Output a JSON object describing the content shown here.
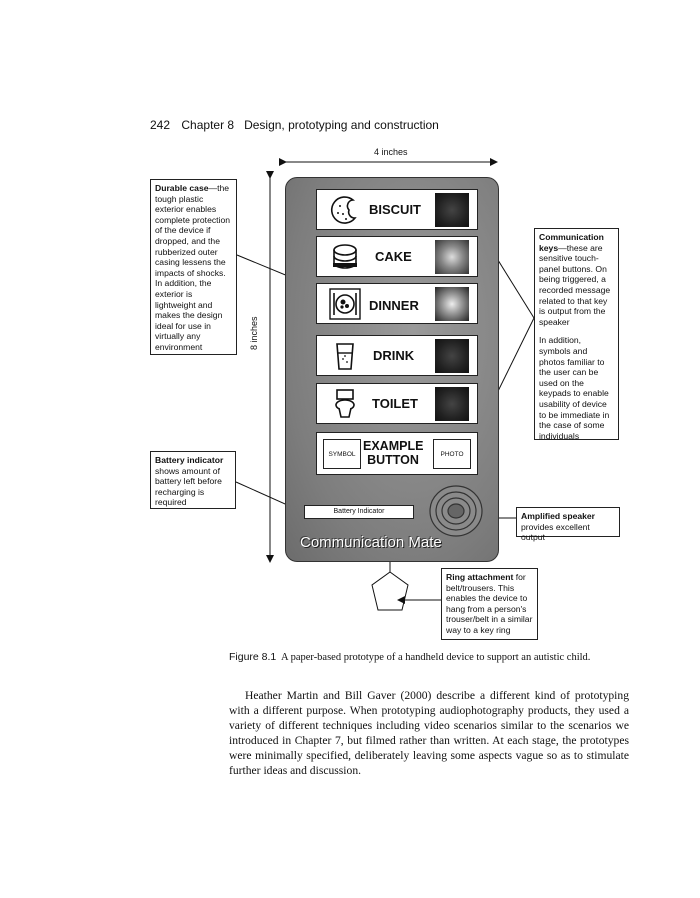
{
  "header": {
    "page_number": "242",
    "chapter": "Chapter 8   Design, prototyping and construction"
  },
  "figure": {
    "width_label": "4 inches",
    "height_label": "8 inches",
    "callouts": {
      "durable_case": {
        "bold": "Durable case",
        "text": "—the tough plastic exterior enables complete protection of the device if dropped, and the rubberized outer casing lessens the impacts of shocks. In addition, the exterior is lightweight and makes the design ideal for use in virtually any environment"
      },
      "communication_keys": {
        "bold": "Communication keys",
        "text": "—these are sensitive touch-panel buttons. On being triggered, a recorded message related to that key is output from the speaker",
        "text2": "In addition, symbols and photos familiar to the user can be used on the keypads to enable usability of device to be immediate in the case of some individuals"
      },
      "battery_indicator": {
        "bold": "Battery indicator",
        "text": "shows amount of battery left before recharging is required"
      },
      "amplified_speaker": {
        "bold": "Amplified speaker",
        "text": "provides excellent output"
      },
      "ring_attachment": {
        "bold": "Ring attachment",
        "text": " for belt/trousers. This enables the device to hang from a person's trouser/belt in a similar way to a key ring"
      }
    },
    "keys": [
      {
        "label": "BISCUIT",
        "symbol": "biscuit-icon"
      },
      {
        "label": "CAKE",
        "symbol": "cake-icon"
      },
      {
        "label": "DINNER",
        "symbol": "dinner-plate-icon"
      },
      {
        "label": "DRINK",
        "symbol": "glass-icon"
      },
      {
        "label": "TOILET",
        "symbol": "toilet-icon"
      }
    ],
    "example_button": {
      "symbol": "SYMBOL",
      "label": "EXAMPLE BUTTON",
      "photo": "PHOTO"
    },
    "battery_label": "Battery Indicator",
    "brand": "Communication Mate"
  },
  "caption": {
    "fig": "Figure 8.1",
    "text": "A paper-based prototype of a handheld device to support an autistic child."
  },
  "paragraph": "Heather Martin and Bill Gaver (2000) describe a different kind of prototyping with a different purpose. When prototyping audiophotography products, they used a variety of different techniques including video scenarios similar to the scenarios we introduced in Chapter 7, but filmed rather than written. At each stage, the prototypes were minimally specified, deliberately leaving some aspects vague so as to stimulate further ideas and discussion."
}
